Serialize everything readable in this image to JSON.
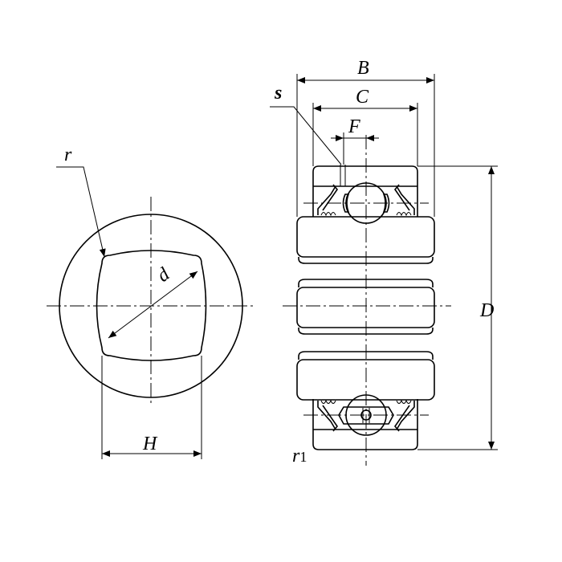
{
  "drawing": {
    "subject": "bearing-with-square-bore",
    "labels": {
      "r": "r",
      "d": "d",
      "H": "H",
      "B": "B",
      "C": "C",
      "F": "F",
      "s": "s",
      "D": "D",
      "r1_base": "r",
      "r1_sub": "1"
    },
    "line_color": "#000000",
    "background": "#ffffff"
  }
}
